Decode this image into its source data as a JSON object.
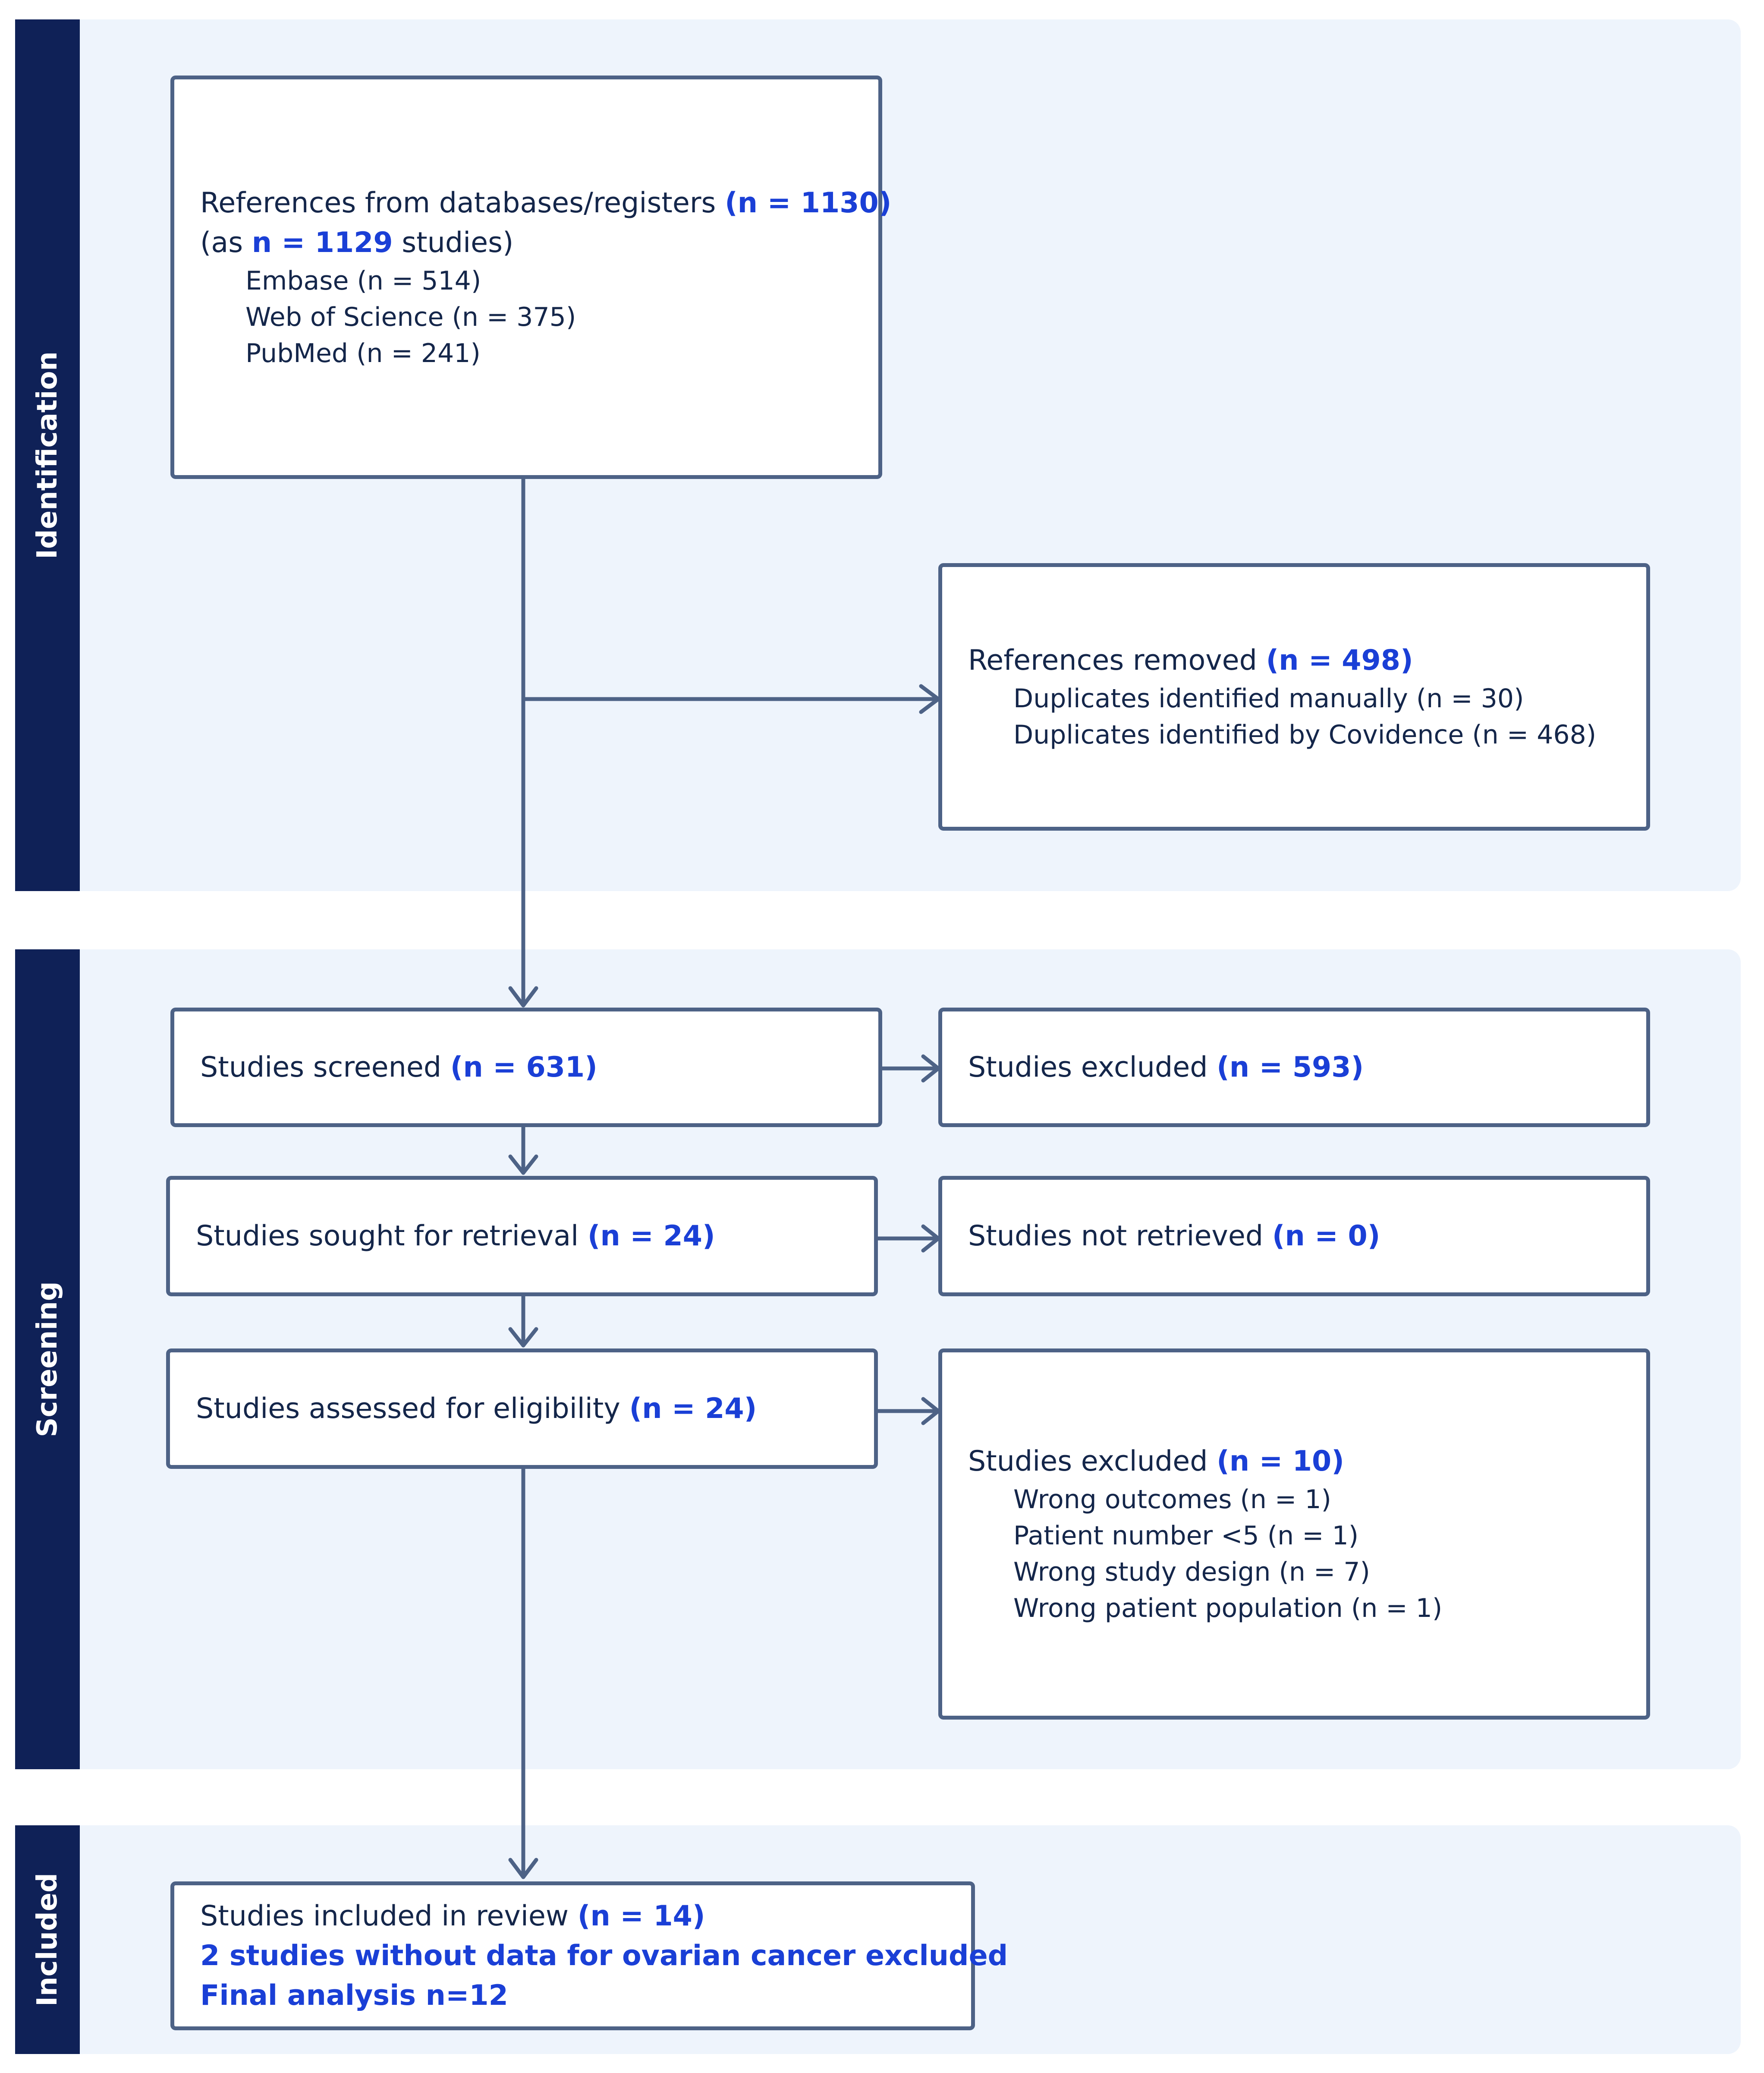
{
  "stages": {
    "identification": "Identification",
    "screening": "Screening",
    "included": "Included"
  },
  "identification": {
    "references": {
      "line1_text": "References from databases/registers ",
      "line1_n": "(n = 1130)",
      "line2_pre": "(as ",
      "line2_n": "n = 1129",
      "line2_post": " studies)",
      "sources": [
        "Embase (n = 514)",
        "Web of Science (n = 375)",
        "PubMed (n = 241)"
      ]
    },
    "removed": {
      "text": "References removed ",
      "n": "(n = 498)",
      "items": [
        "Duplicates identified manually (n = 30)",
        "Duplicates identified by Covidence (n = 468)"
      ]
    }
  },
  "screening": {
    "screened": {
      "text": "Studies screened ",
      "n": "(n = 631)"
    },
    "excluded_screen": {
      "text": "Studies excluded ",
      "n": "(n = 593)"
    },
    "sought": {
      "text": "Studies sought for retrieval ",
      "n": "(n = 24)"
    },
    "not_retrieved": {
      "text": "Studies not retrieved ",
      "n": "(n = 0)"
    },
    "assessed": {
      "text": "Studies assessed for eligibility ",
      "n": "(n = 24)"
    },
    "excluded_eligibility": {
      "text": "Studies excluded ",
      "n": "(n = 10)",
      "reasons": [
        "Wrong outcomes (n = 1)",
        "Patient number <5 (n = 1)",
        "Wrong study design (n = 7)",
        "Wrong patient population (n = 1)"
      ]
    }
  },
  "included": {
    "text": "Studies included in review ",
    "n": "(n = 14)",
    "note1": "2 studies without data for ovarian cancer excluded",
    "note2": "Final analysis n=12"
  },
  "colors": {
    "panel": "#eef4fc",
    "stage_bar": "#0f2157",
    "box_border": "#4d6286",
    "highlight": "#1a3fd6",
    "text": "#14264a"
  }
}
